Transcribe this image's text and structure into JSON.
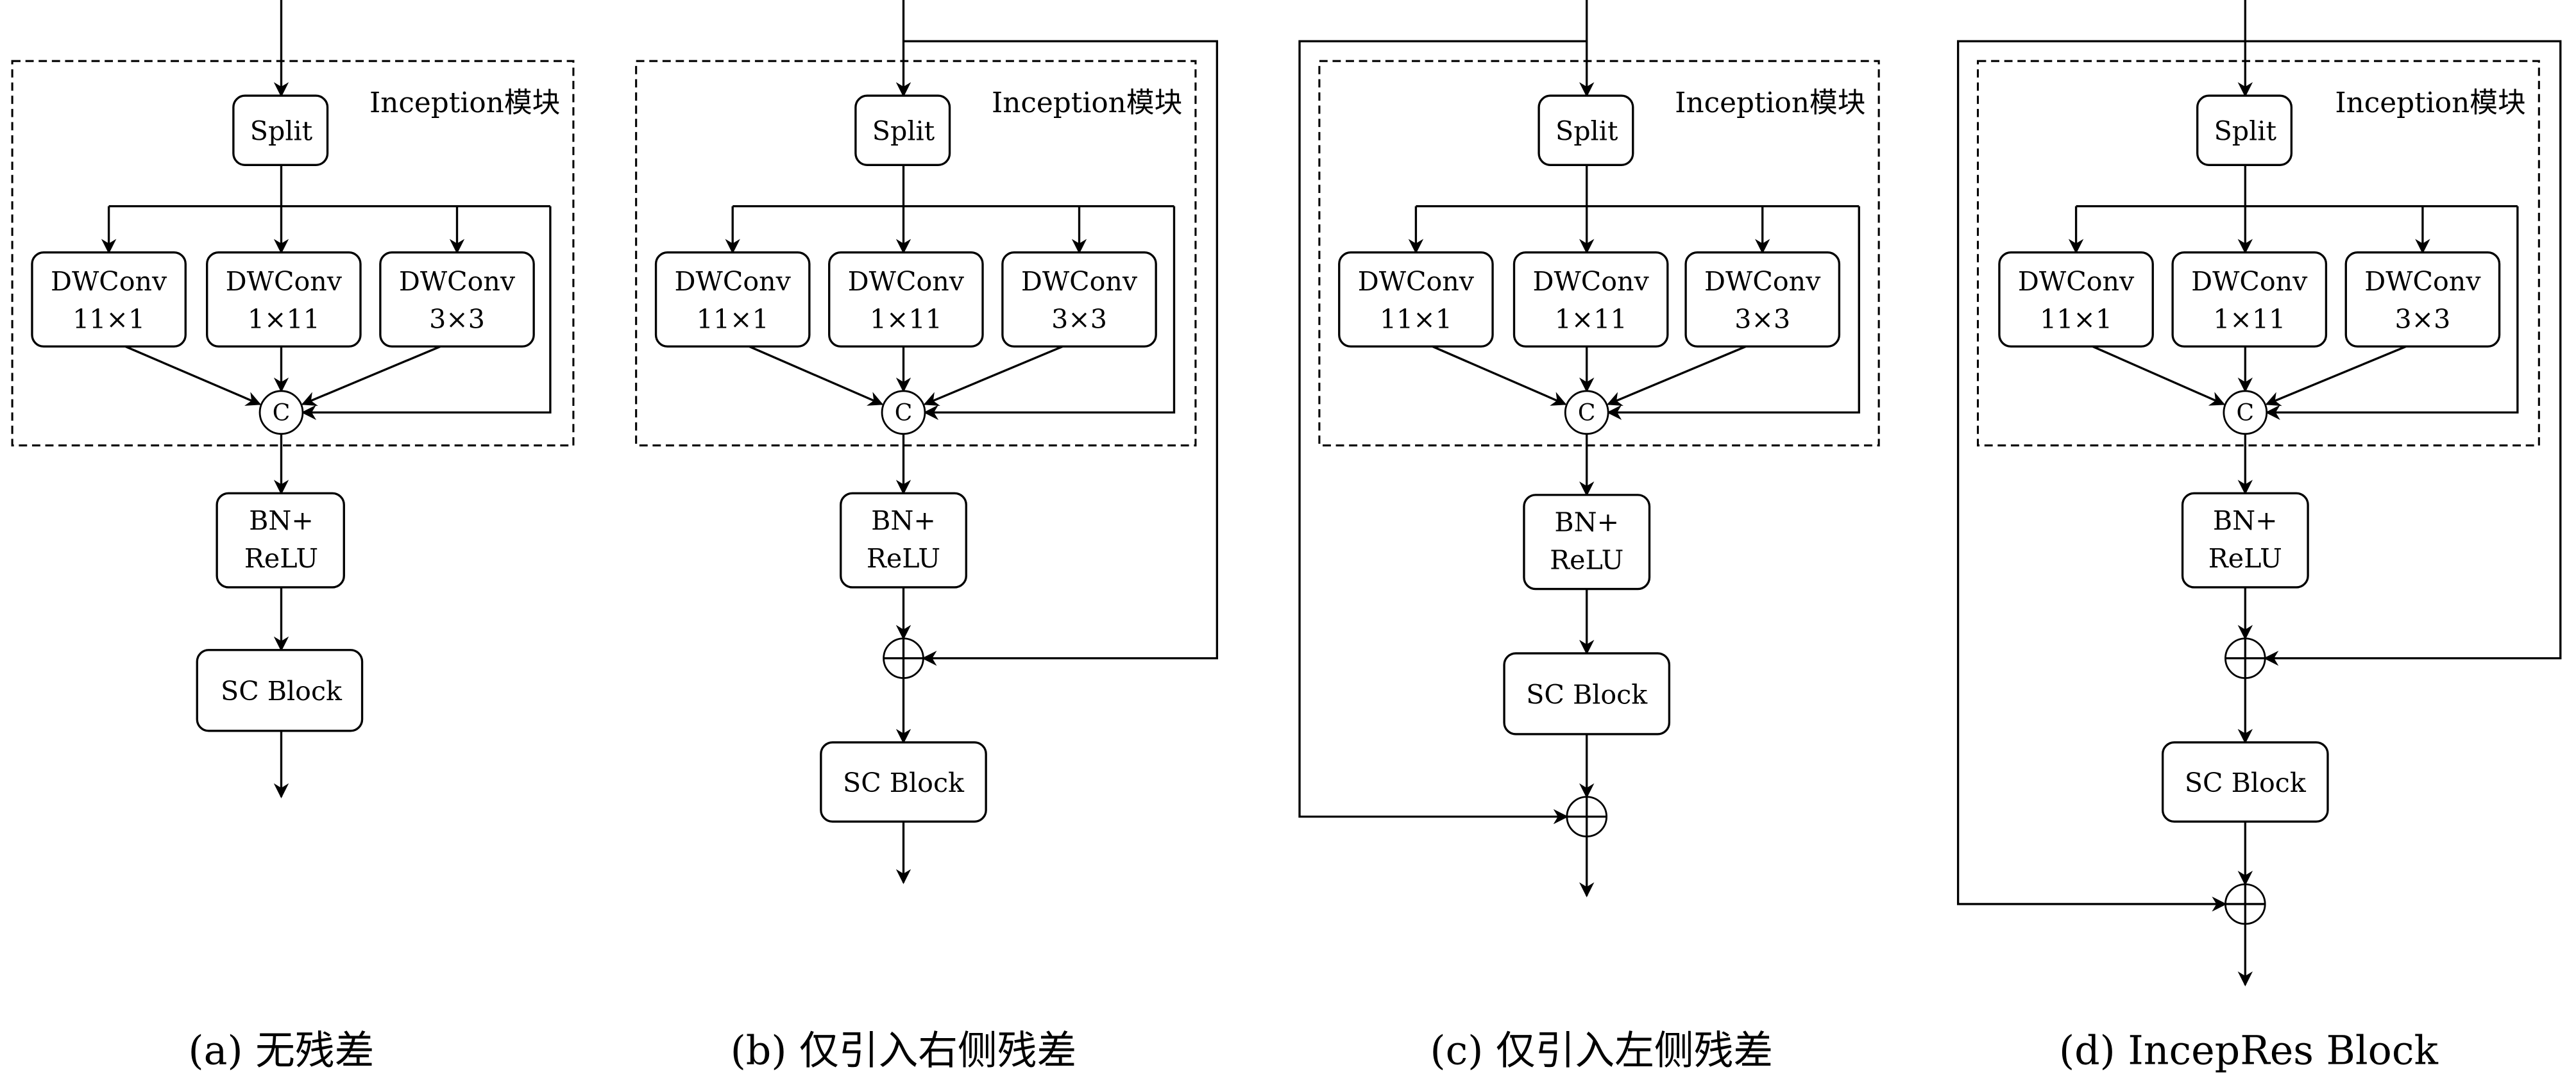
{
  "figure": {
    "background": "#ffffff",
    "stroke_color": "#000000",
    "module_label": "Inception模块",
    "concat_symbol": "C",
    "add_symbol": "⊕",
    "labels": {
      "split": "Split",
      "dwconv": "DWConv",
      "k1": "11×1",
      "k2": "1×11",
      "k3": "3×3",
      "bn_line1": "BN+",
      "bn_line2": "ReLU",
      "sc": "SC Block"
    },
    "panels": [
      {
        "id": "a",
        "caption": "(a) 无残差",
        "right_residual": false,
        "left_residual": false
      },
      {
        "id": "b",
        "caption": "(b) 仅引入右侧残差",
        "right_residual": true,
        "left_residual": false
      },
      {
        "id": "c",
        "caption": "(c) 仅引入左侧残差",
        "right_residual": false,
        "left_residual": true
      },
      {
        "id": "d",
        "caption": "(d) IncepRes Block",
        "right_residual": true,
        "left_residual": true
      }
    ]
  }
}
